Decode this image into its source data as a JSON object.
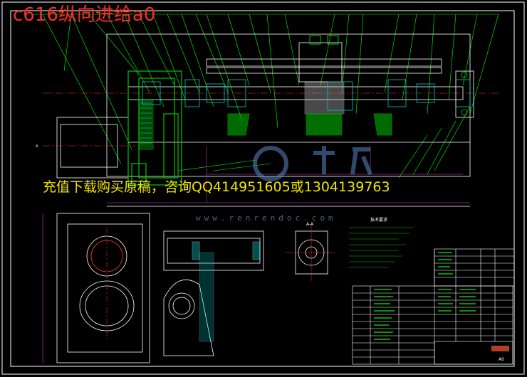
{
  "overlay": {
    "title": "c616纵向进给a0",
    "promo": "充值下载购买原稿，咨询QQ414951605或1304139763",
    "watermark": "www.renrendoc.com"
  },
  "drawing_labels": {
    "section_label": "A-A",
    "tech_requirements": "技术要求",
    "view_label": "A",
    "size_label": "A0"
  },
  "colors": {
    "background": "#000000",
    "outline": "#ffffff",
    "part_green": "#00c800",
    "callout_green": "#00ff00",
    "hatch_cyan": "#00c8c8",
    "center_red": "#ff3030",
    "dim_magenta": "#e040e0",
    "title_red": "#ff2a2a",
    "promo_yellow": "#f2e600",
    "watermark_blue": "#5a86c6"
  }
}
